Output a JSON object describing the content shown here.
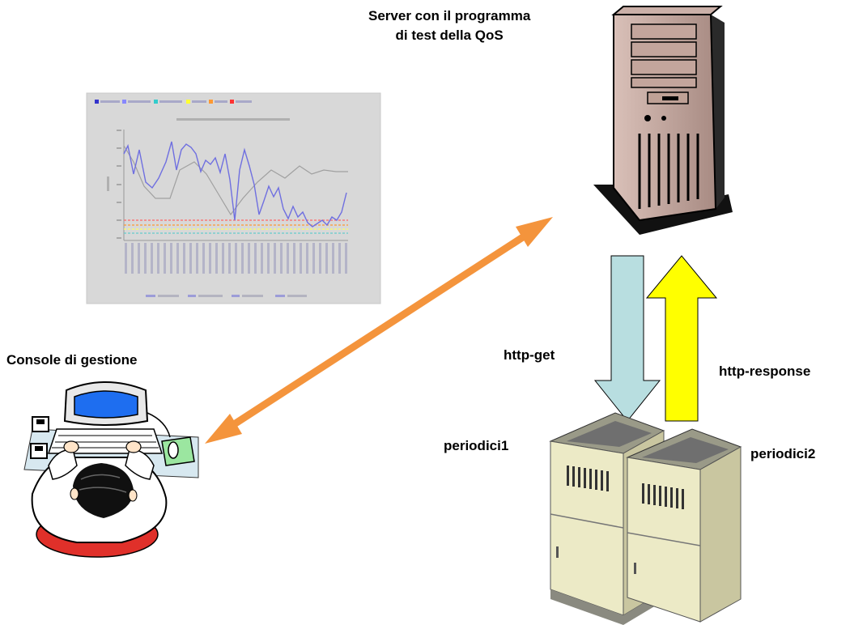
{
  "labels": {
    "server_line1": "Server con il programma",
    "server_line2": "di test della QoS",
    "console": "Console di gestione",
    "http_get": "http-get",
    "http_response": "http-response",
    "periodici1": "periodici1",
    "periodici2": "periodici2"
  },
  "colors": {
    "bidirectional_arrow": "#F4943C",
    "http_get_arrow": "#B8DEE0",
    "http_response_arrow": "#FFFF00",
    "chart_background": "#D8D8D8",
    "server_tower": "#C6A79F",
    "periodici_cabinet": "#EDEBC7"
  },
  "icons": {
    "server": "tower-server-icon",
    "console": "operator-at-workstation-icon",
    "periodici": "rack-server-pair-icon",
    "chart": "qos-chart-thumbnail"
  }
}
